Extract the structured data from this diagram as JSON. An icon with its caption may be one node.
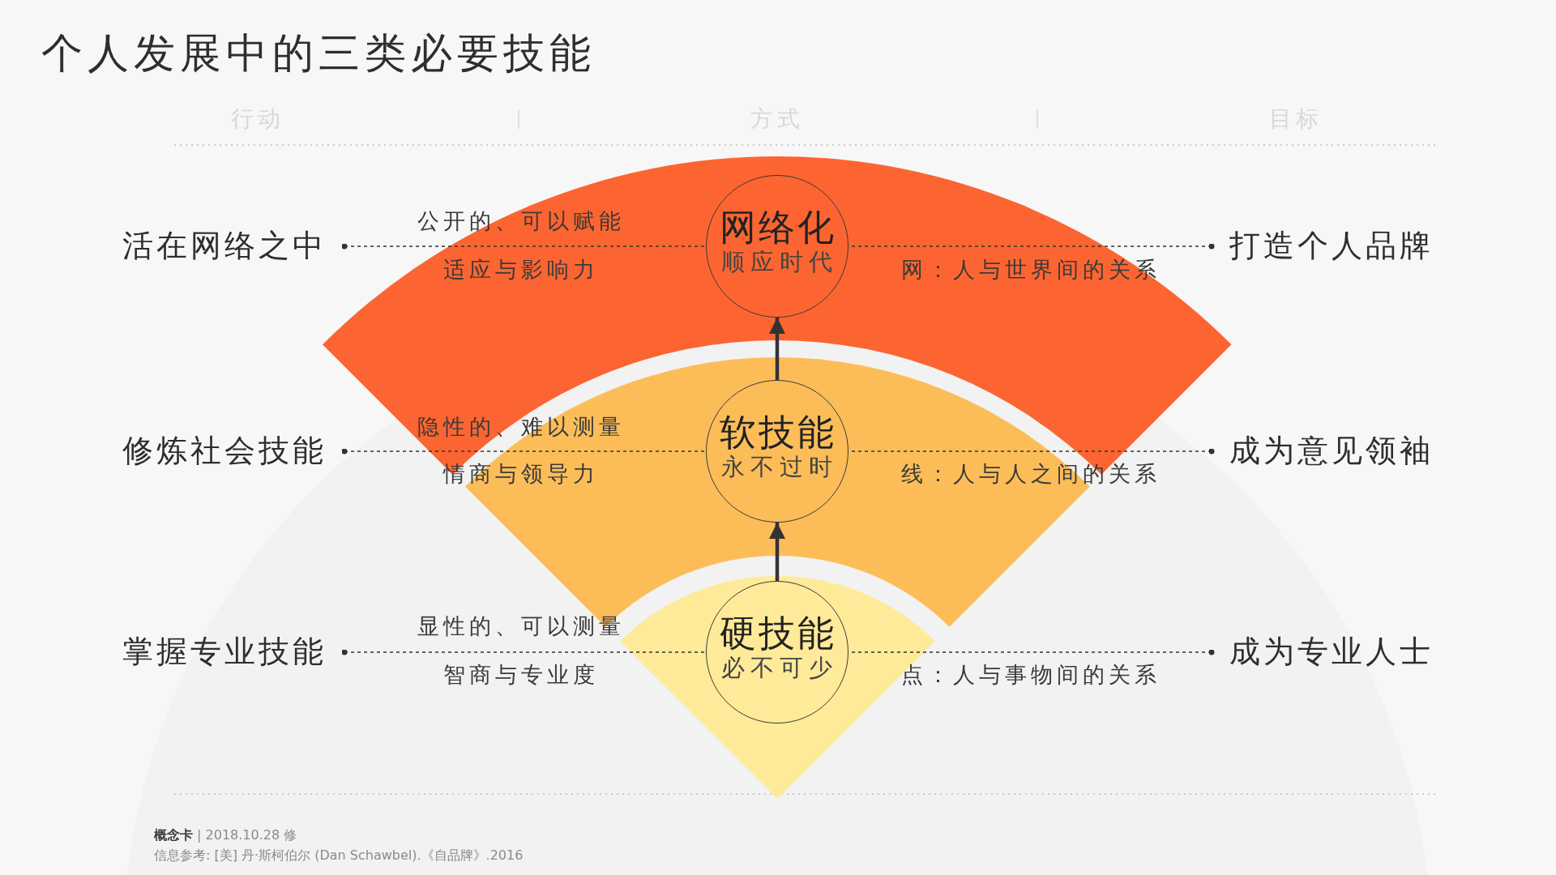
{
  "diagram": {
    "title": "个人发展中的三类必要技能",
    "nodes": [
      {
        "text": [
          "活在网络之中"
        ]
      },
      {
        "text": [],
        "shape": "band"
      },
      {
        "text": [
          "网络化",
          "顺应时代"
        ],
        "in": 1
      },
      {
        "text": [
          "打造个人品牌"
        ]
      },
      {
        "text": [
          "修炼社会技能"
        ]
      },
      {
        "text": [],
        "shape": "band"
      },
      {
        "text": [
          "软技能",
          "永不过时"
        ],
        "in": 5
      },
      {
        "text": [
          "成为意见领袖"
        ]
      },
      {
        "text": [
          "掌握专业技能"
        ]
      },
      {
        "text": [],
        "shape": "band"
      },
      {
        "text": [
          "硬技能",
          "必不可少"
        ],
        "in": 9
      },
      {
        "text": [
          "成为专业人士"
        ]
      }
    ],
    "edges": [
      {
        "from": 10,
        "to": 6,
        "arrow": "to",
        "style": "thick"
      },
      {
        "from": 6,
        "to": 2,
        "arrow": "to",
        "style": "thick"
      },
      {
        "from": 0,
        "to": 2,
        "arrow": "other",
        "style": "dashed"
      },
      {
        "from": 3,
        "to": 2,
        "arrow": "other",
        "style": "dashed"
      },
      {
        "from": 4,
        "to": 6,
        "arrow": "other",
        "style": "dashed"
      },
      {
        "from": 7,
        "to": 6,
        "arrow": "other",
        "style": "dashed"
      },
      {
        "from": 8,
        "to": 10,
        "arrow": "other",
        "style": "dashed"
      },
      {
        "from": 11,
        "to": 10,
        "arrow": "other",
        "style": "dashed"
      }
    ],
    "labels": [
      "行动",
      "方式",
      "目标",
      "公开的、可以赋能",
      "适应与影响力",
      "网：人与世界间的关系",
      "隐性的、难以测量",
      "情商与领导力",
      "线：人与人之间的关系",
      "显性的、可以测量",
      "智商与专业度",
      "点：人与事物间的关系",
      "**概念卡** | 2018.10.28 修",
      "信息参考: [美] 丹·斯柯伯尔 (Dan Schawbel).《自品牌》.2016"
    ]
  }
}
